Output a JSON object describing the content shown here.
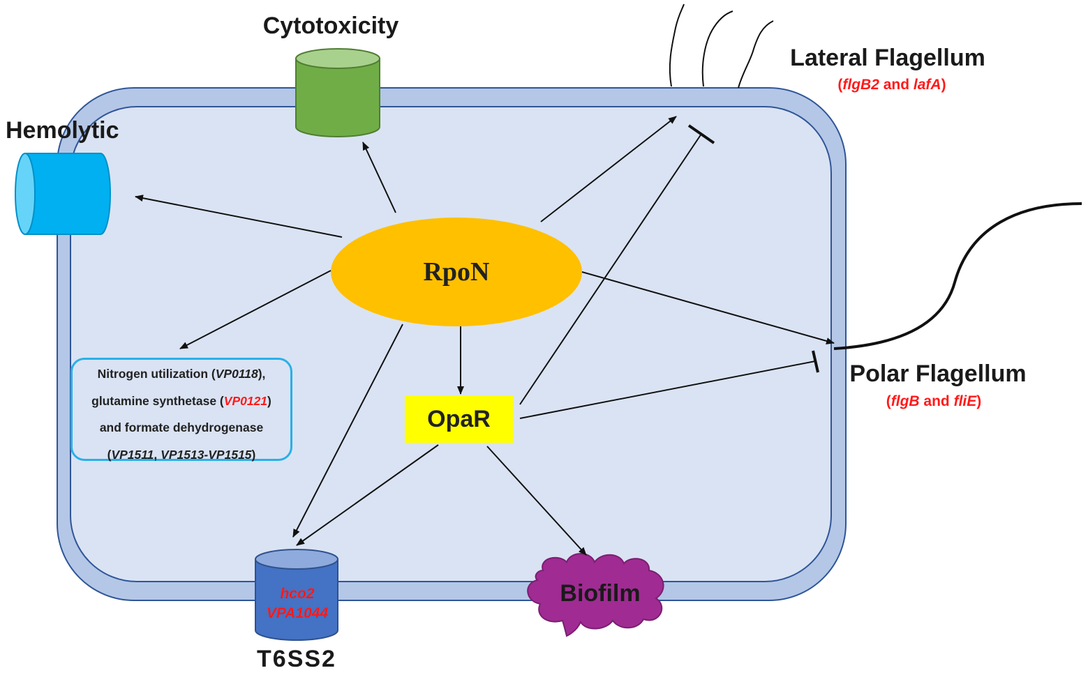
{
  "nodes": {
    "rpon": "RpoN",
    "opar": "OpaR",
    "cytotoxicity": "Cytotoxicity",
    "hemolytic": "Hemolytic",
    "lateral": {
      "title": "Lateral Flagellum",
      "open": "(",
      "gene1": "flgB2",
      "and": " and ",
      "gene2": "lafA",
      "close": ")"
    },
    "polar": {
      "title": "Polar Flagellum",
      "open": "(",
      "gene1": "flgB",
      "and": " and ",
      "gene2": "fliE",
      "close": ")"
    },
    "t6ss2": {
      "label": "T6SS2",
      "gene1": "hco2",
      "gene2": "VPA1044"
    },
    "biofilm": "Biofilm",
    "nitrogen": {
      "l1a": "Nitrogen utilization (",
      "l1b": "VP0118",
      "l1c": "),",
      "l2a": "glutamine synthetase (",
      "l2b": "VP0121",
      "l2c": ")",
      "l3": "and formate dehydrogenase",
      "l4a": "(",
      "l4b": "VP1511",
      "l4c": ", ",
      "l4d": "VP1513-VP1515",
      "l4e": ")"
    }
  },
  "colors": {
    "cell_outer": "#b4c7e7",
    "cell_inner": "#dae3f3",
    "cell_stroke": "#2f5597",
    "rpon_fill": "#ffc000",
    "opar_fill": "#ffff00",
    "cyto_fill": "#70ad47",
    "cyto_top": "#a9d18e",
    "hemo_fill": "#00b0f0",
    "hemo_cap": "#66d4f8",
    "t6_fill": "#4472c4",
    "t6_top": "#8faadc",
    "biofilm_fill": "#a02b93",
    "nitro_border": "#29b0e8",
    "gene_red": "#ff1a1a"
  },
  "edges": [
    {
      "from": "RpoN",
      "to": "Hemolytic",
      "type": "activation"
    },
    {
      "from": "RpoN",
      "to": "Cytotoxicity",
      "type": "activation"
    },
    {
      "from": "RpoN",
      "to": "Lateral Flagellum",
      "type": "activation"
    },
    {
      "from": "RpoN",
      "to": "Polar Flagellum",
      "type": "activation"
    },
    {
      "from": "RpoN",
      "to": "Nitrogen utilization",
      "type": "activation"
    },
    {
      "from": "RpoN",
      "to": "OpaR",
      "type": "activation"
    },
    {
      "from": "RpoN",
      "to": "T6SS2",
      "type": "activation"
    },
    {
      "from": "OpaR",
      "to": "Lateral Flagellum",
      "type": "inhibition"
    },
    {
      "from": "OpaR",
      "to": "Polar Flagellum",
      "type": "inhibition"
    },
    {
      "from": "OpaR",
      "to": "T6SS2",
      "type": "activation"
    },
    {
      "from": "OpaR",
      "to": "Biofilm",
      "type": "activation"
    }
  ]
}
